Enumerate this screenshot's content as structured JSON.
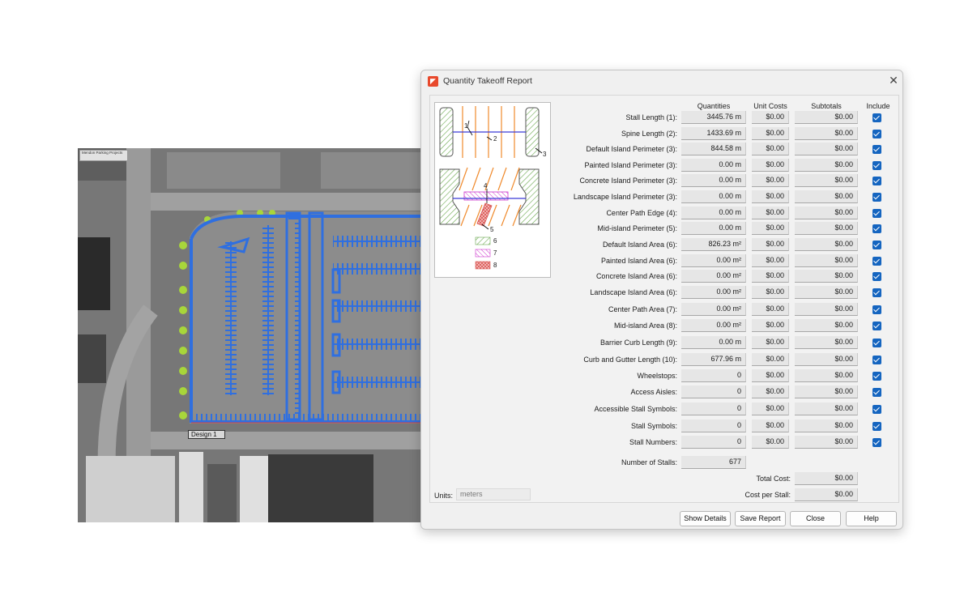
{
  "map": {
    "title_card": "Mendon Parking Projects",
    "design_label": "Design 1"
  },
  "dialog": {
    "title": "Quantity Takeoff Report",
    "app_icon": "pavement-logo-icon",
    "close_icon": "close-x-icon",
    "headers": {
      "quantities": "Quantities",
      "unit_costs": "Unit Costs",
      "subtotals": "Subtotals",
      "include": "Include"
    },
    "legend": {
      "items": [
        "6",
        "7",
        "8"
      ],
      "callouts": [
        "1",
        "2",
        "3",
        "4",
        "5"
      ]
    },
    "rows": [
      {
        "label": "Stall Length (1):",
        "qty": "3445.76 m",
        "unit": "$0.00",
        "sub": "$0.00",
        "include": true
      },
      {
        "label": "Spine Length (2):",
        "qty": "1433.69 m",
        "unit": "$0.00",
        "sub": "$0.00",
        "include": true
      },
      {
        "label": "Default Island Perimeter (3):",
        "qty": "844.58 m",
        "unit": "$0.00",
        "sub": "$0.00",
        "include": true
      },
      {
        "label": "Painted Island Perimeter (3):",
        "qty": "0.00 m",
        "unit": "$0.00",
        "sub": "$0.00",
        "include": true
      },
      {
        "label": "Concrete Island Perimeter (3):",
        "qty": "0.00 m",
        "unit": "$0.00",
        "sub": "$0.00",
        "include": true
      },
      {
        "label": "Landscape Island Perimeter (3):",
        "qty": "0.00 m",
        "unit": "$0.00",
        "sub": "$0.00",
        "include": true
      },
      {
        "label": "Center Path Edge (4):",
        "qty": "0.00 m",
        "unit": "$0.00",
        "sub": "$0.00",
        "include": true
      },
      {
        "label": "Mid-island Perimeter (5):",
        "qty": "0.00 m",
        "unit": "$0.00",
        "sub": "$0.00",
        "include": true
      },
      {
        "label": "Default Island Area (6):",
        "qty": "826.23 m²",
        "unit": "$0.00",
        "sub": "$0.00",
        "include": true
      },
      {
        "label": "Painted Island Area (6):",
        "qty": "0.00 m²",
        "unit": "$0.00",
        "sub": "$0.00",
        "include": true
      },
      {
        "label": "Concrete Island Area (6):",
        "qty": "0.00 m²",
        "unit": "$0.00",
        "sub": "$0.00",
        "include": true
      },
      {
        "label": "Landscape Island Area (6):",
        "qty": "0.00 m²",
        "unit": "$0.00",
        "sub": "$0.00",
        "include": true
      },
      {
        "label": "Center Path Area (7):",
        "qty": "0.00 m²",
        "unit": "$0.00",
        "sub": "$0.00",
        "include": true
      },
      {
        "label": "Mid-island Area (8):",
        "qty": "0.00 m²",
        "unit": "$0.00",
        "sub": "$0.00",
        "include": true
      },
      {
        "label": "Barrier Curb Length (9):",
        "qty": "0.00 m",
        "unit": "$0.00",
        "sub": "$0.00",
        "include": true
      },
      {
        "label": "Curb and Gutter Length (10):",
        "qty": "677.96 m",
        "unit": "$0.00",
        "sub": "$0.00",
        "include": true
      },
      {
        "label": "Wheelstops:",
        "qty": "0",
        "unit": "$0.00",
        "sub": "$0.00",
        "include": true
      },
      {
        "label": "Access Aisles:",
        "qty": "0",
        "unit": "$0.00",
        "sub": "$0.00",
        "include": true
      },
      {
        "label": "Accessible Stall Symbols:",
        "qty": "0",
        "unit": "$0.00",
        "sub": "$0.00",
        "include": true
      },
      {
        "label": "Stall Symbols:",
        "qty": "0",
        "unit": "$0.00",
        "sub": "$0.00",
        "include": true
      },
      {
        "label": "Stall Numbers:",
        "qty": "0",
        "unit": "$0.00",
        "sub": "$0.00",
        "include": true
      }
    ],
    "stalls": {
      "label": "Number of Stalls:",
      "value": "677"
    },
    "total_cost": {
      "label": "Total Cost:",
      "value": "$0.00"
    },
    "cost_per_stall": {
      "label": "Cost per Stall:",
      "value": "$0.00"
    },
    "units": {
      "label": "Units:",
      "value": "meters"
    },
    "buttons": {
      "show_details": "Show Details",
      "save_report": "Save Report",
      "close": "Close",
      "help": "Help"
    },
    "colors": {
      "accent": "#1565c0",
      "brand": "#e8492c",
      "parking_blue": "#2f6fe0",
      "legend_green": "#6aa84f",
      "legend_pink": "#cc33cc",
      "legend_red": "#d9534f"
    }
  }
}
